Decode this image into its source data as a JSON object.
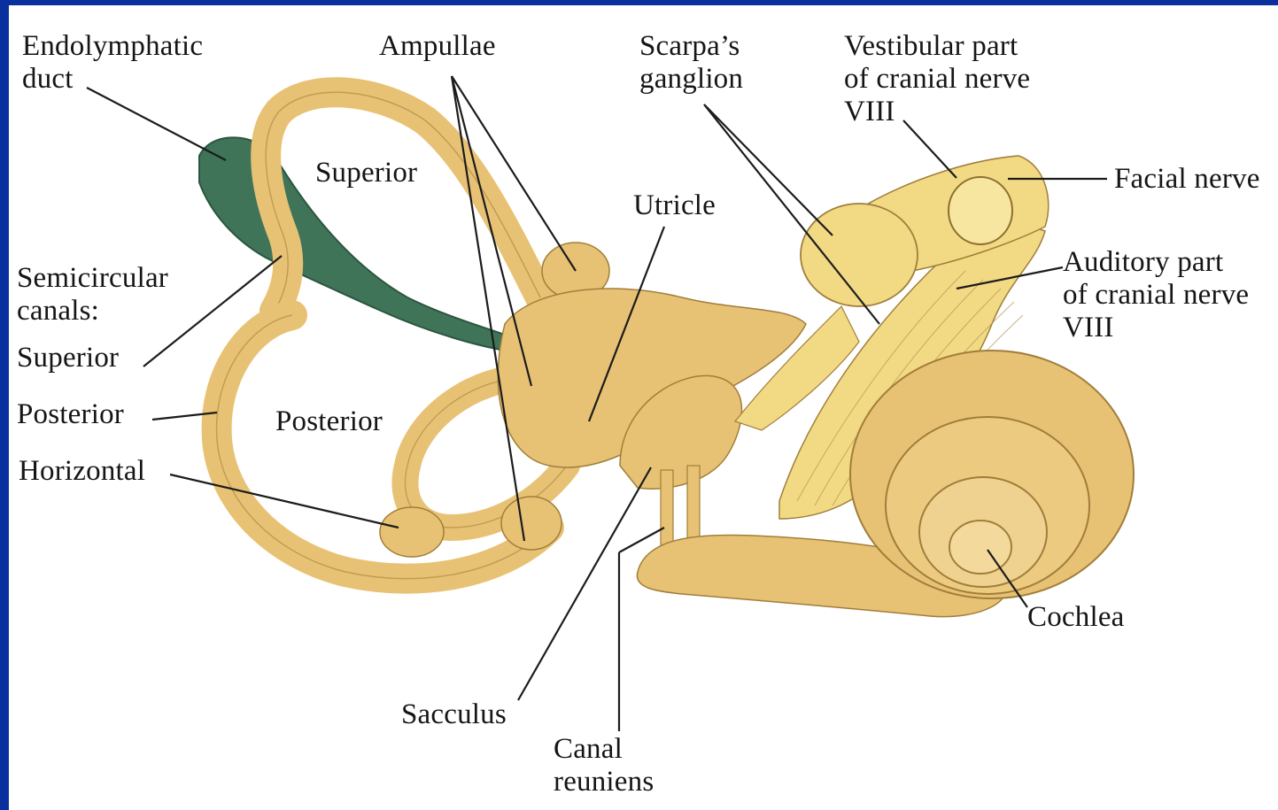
{
  "colors": {
    "border": "#0a2f9e",
    "background": "#ffffff",
    "structure_fill": "#e8c274",
    "structure_stroke": "#a07e3a",
    "duct_fill": "#3f7458",
    "ganglion_fill": "#f2da85",
    "label_text": "#151515"
  },
  "labels": {
    "endolymphatic_duct": "Endolymphatic\nduct",
    "ampullae": "Ampullae",
    "scarpas_ganglion": "Scarpa’s\nganglion",
    "vestibular_part": "Vestibular part\nof cranial nerve\nVIII",
    "facial_nerve": "Facial nerve",
    "superior_canal_inner": "Superior",
    "utricle": "Utricle",
    "semicircular_canals": "Semicircular\ncanals:",
    "auditory_part": "Auditory part\nof cranial nerve\nVIII",
    "superior": "Superior",
    "posterior": "Posterior",
    "posterior_canal_inner": "Posterior",
    "horizontal": "Horizontal",
    "cochlea": "Cochlea",
    "sacculus": "Sacculus",
    "canal_reuniens": "Canal\nreuniens"
  }
}
